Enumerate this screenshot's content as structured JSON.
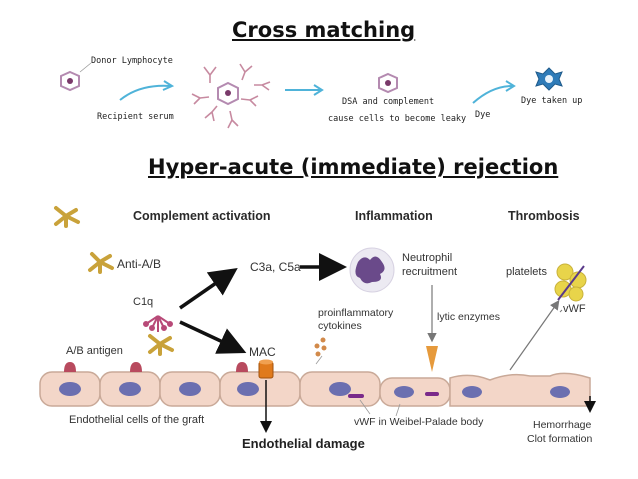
{
  "cross_matching": {
    "title": "Cross matching",
    "donor_lymphocyte": "Donor Lymphocyte",
    "recipient_serum": "Recipient serum",
    "dsa_line1": "DSA and complement",
    "dsa_line2": "cause cells to become leaky",
    "dye": "Dye",
    "dye_taken_up": "Dye taken up"
  },
  "hyperacute": {
    "title": "Hyper-acute (immediate) rejection",
    "complement_activation": "Complement activation",
    "inflammation": "Inflammation",
    "thrombosis": "Thrombosis",
    "anti_ab": "Anti-A/B",
    "c1q": "C1q",
    "ab_antigen": "A/B antigen",
    "c3a_c5a": "C3a, C5a",
    "mac": "MAC",
    "neutrophil_line1": "Neutrophil",
    "neutrophil_line2": "recruitment",
    "proinflammatory_line1": "proinflammatory",
    "proinflammatory_line2": "cytokines",
    "lytic_enzymes": "lytic enzymes",
    "platelets": "platelets",
    "vwf": "vWF",
    "endothelial_cells": "Endothelial cells of the graft",
    "vwf_weibel": "vWF in Weibel-Palade body",
    "hemorrhage": "Hemorrhage",
    "clot_formation": "Clot formation",
    "endothelial_damage": "Endothelial damage"
  },
  "colors": {
    "arrow_blue": "#4fb3d9",
    "antibody_gold": "#c9a23a",
    "antigen_red": "#b84a5e",
    "cell_fill": "#f3d6c8",
    "nucleus": "#6b6fb0",
    "mac_orange": "#e07a1c",
    "neutrophil": "#6a4a8a"
  }
}
